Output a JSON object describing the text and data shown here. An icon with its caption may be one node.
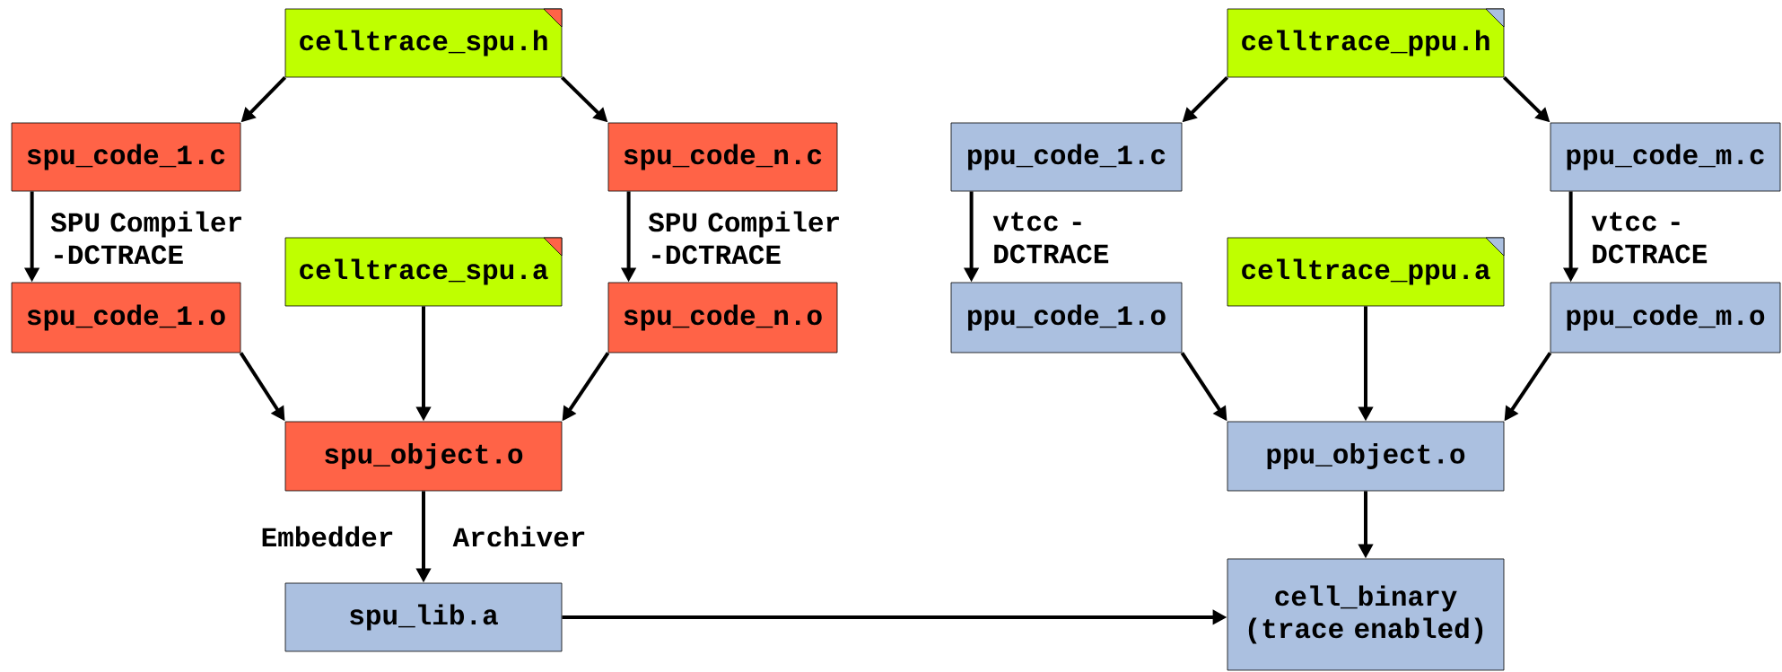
{
  "diagram": {
    "nodes": [
      {
        "text": [
          "celltrace_spu.h"
        ]
      },
      {
        "text": [
          "spu_code_1.c"
        ]
      },
      {
        "text": [
          "spu_code_n.c"
        ]
      },
      {
        "text": [
          "celltrace_spu.a"
        ]
      },
      {
        "text": [
          "spu_code_1.o"
        ]
      },
      {
        "text": [
          "spu_code_n.o"
        ]
      },
      {
        "text": [
          "spu_object.o"
        ]
      },
      {
        "text": [
          "spu_lib.a"
        ]
      },
      {
        "text": [
          "celltrace_ppu.h"
        ]
      },
      {
        "text": [
          "ppu_code_1.c"
        ]
      },
      {
        "text": [
          "ppu_code_m.c"
        ]
      },
      {
        "text": [
          "celltrace_ppu.a"
        ]
      },
      {
        "text": [
          "ppu_code_1.o"
        ]
      },
      {
        "text": [
          "ppu_code_m.o"
        ]
      },
      {
        "text": [
          "ppu_object.o"
        ]
      },
      {
        "text": [
          "cell_binary (trace enabled)"
        ]
      }
    ],
    "edges": [
      {
        "from": 0,
        "to": 1,
        "arrow": "to"
      },
      {
        "from": 0,
        "to": 2,
        "arrow": "to"
      },
      {
        "from": 1,
        "to": 4,
        "arrow": "to",
        "label": "SPU Compiler -DCTRACE"
      },
      {
        "from": 2,
        "to": 5,
        "arrow": "to",
        "label": "SPU Compiler -DCTRACE"
      },
      {
        "from": 3,
        "to": 6,
        "arrow": "to"
      },
      {
        "from": 4,
        "to": 6,
        "arrow": "to"
      },
      {
        "from": 5,
        "to": 6,
        "arrow": "to"
      },
      {
        "from": 6,
        "to": 7,
        "arrow": "to"
      },
      {
        "from": 7,
        "to": 15,
        "arrow": "to"
      },
      {
        "from": 8,
        "to": 9,
        "arrow": "to"
      },
      {
        "from": 8,
        "to": 10,
        "arrow": "to"
      },
      {
        "from": 9,
        "to": 12,
        "arrow": "to",
        "label": "vtcc -DCTRACE"
      },
      {
        "from": 10,
        "to": 13,
        "arrow": "to",
        "label": "vtcc -DCTRACE"
      },
      {
        "from": 11,
        "to": 14,
        "arrow": "to"
      },
      {
        "from": 12,
        "to": 14,
        "arrow": "to"
      },
      {
        "from": 13,
        "to": 14,
        "arrow": "to"
      },
      {
        "from": 14,
        "to": 15,
        "arrow": "to"
      }
    ],
    "labels": [
      "Embedder",
      "Archiver"
    ]
  }
}
